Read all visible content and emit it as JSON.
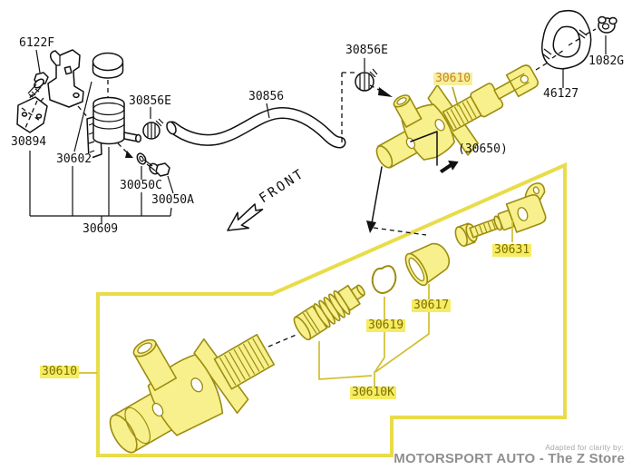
{
  "diagram": {
    "front_indicator": "FRONT",
    "callouts": {
      "c6122f": "6122F",
      "c30894": "30894",
      "c30602": "30602",
      "c30856e_reservoir": "30856E",
      "c30050c": "30050C",
      "c30050a": "30050A",
      "c30609": "30609",
      "c30856": "30856",
      "c30856e_hose": "30856E",
      "c30610_assy": "30610",
      "c46127": "46127",
      "c1082g": "1082G",
      "c30650": "(30650)",
      "c30631": "30631",
      "c30610_box": "30610",
      "c30619": "30619",
      "c30617": "30617",
      "c30610k": "30610K"
    },
    "footer": {
      "tagline": "Adapted for clarity by:",
      "brand": "MOTORSPORT AUTO - The Z Store"
    },
    "colors": {
      "highlight_fill": "#f7f08c",
      "highlight_outline": "#9c8c10",
      "label_highlight_bg": "#f5ec62",
      "label_highlight_text": "#7d6e00",
      "accent_label_text": "#c98420",
      "box_border": "#e9dc4a",
      "line_black": "#111111",
      "footer_text": "#8f8f8f"
    }
  }
}
